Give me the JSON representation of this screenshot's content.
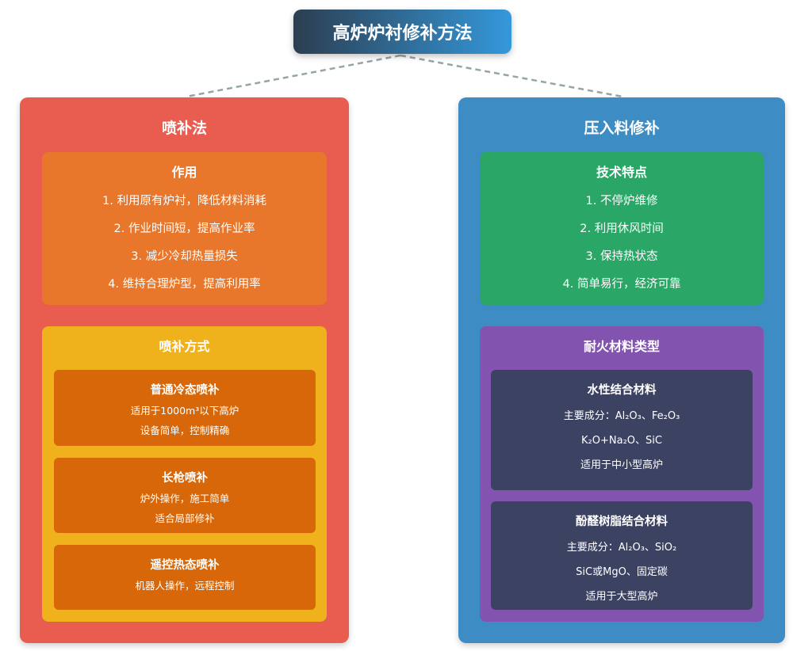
{
  "title": "高炉炉衬修补方法",
  "left": {
    "title": "喷补法",
    "effect": {
      "title": "作用",
      "items": [
        "1. 利用原有炉衬，降低材料消耗",
        "2. 作业时间短，提高作业率",
        "3. 减少冷却热量损失",
        "4. 维持合理炉型，提高利用率"
      ]
    },
    "methods": {
      "title": "喷补方式",
      "items": [
        {
          "title": "普通冷态喷补",
          "lines": [
            "适用于1000m³以下高炉",
            "设备简单，控制精确"
          ]
        },
        {
          "title": "长枪喷补",
          "lines": [
            "炉外操作，施工简单",
            "适合局部修补"
          ]
        },
        {
          "title": "遥控热态喷补",
          "lines": [
            "机器人操作，远程控制"
          ]
        }
      ]
    }
  },
  "right": {
    "title": "压入料修补",
    "features": {
      "title": "技术特点",
      "items": [
        "1. 不停炉维修",
        "2. 利用休风时间",
        "3. 保持热状态",
        "4. 简单易行，经济可靠"
      ]
    },
    "materials": {
      "title": "耐火材料类型",
      "items": [
        {
          "title": "水性结合材料",
          "lines": [
            "主要成分：Al₂O₃、Fe₂O₃",
            "K₂O+Na₂O、SiC",
            "适用于中小型高炉"
          ]
        },
        {
          "title": "酚醛树脂结合材料",
          "lines": [
            "主要成分：Al₂O₃、SiO₂",
            "SiC或MgO、固定碳",
            "适用于大型高炉"
          ]
        }
      ]
    }
  }
}
